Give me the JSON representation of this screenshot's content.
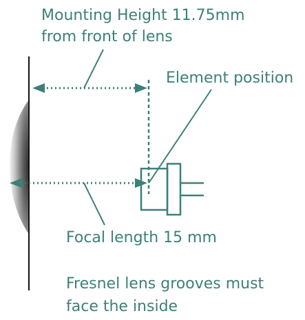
{
  "labels": {
    "mounting_line1": "Mounting Height 11.75mm",
    "mounting_line2": "from front of lens",
    "element_position": "Element position",
    "focal_length": "Focal length 15 mm",
    "note_line1": "Fresnel lens grooves must",
    "note_line2": "face the inside"
  },
  "colors": {
    "teal": "#3c8078",
    "wall": "#111111",
    "lens_dark": "#2a2a2a",
    "lens_light": "#f2f2f2"
  }
}
